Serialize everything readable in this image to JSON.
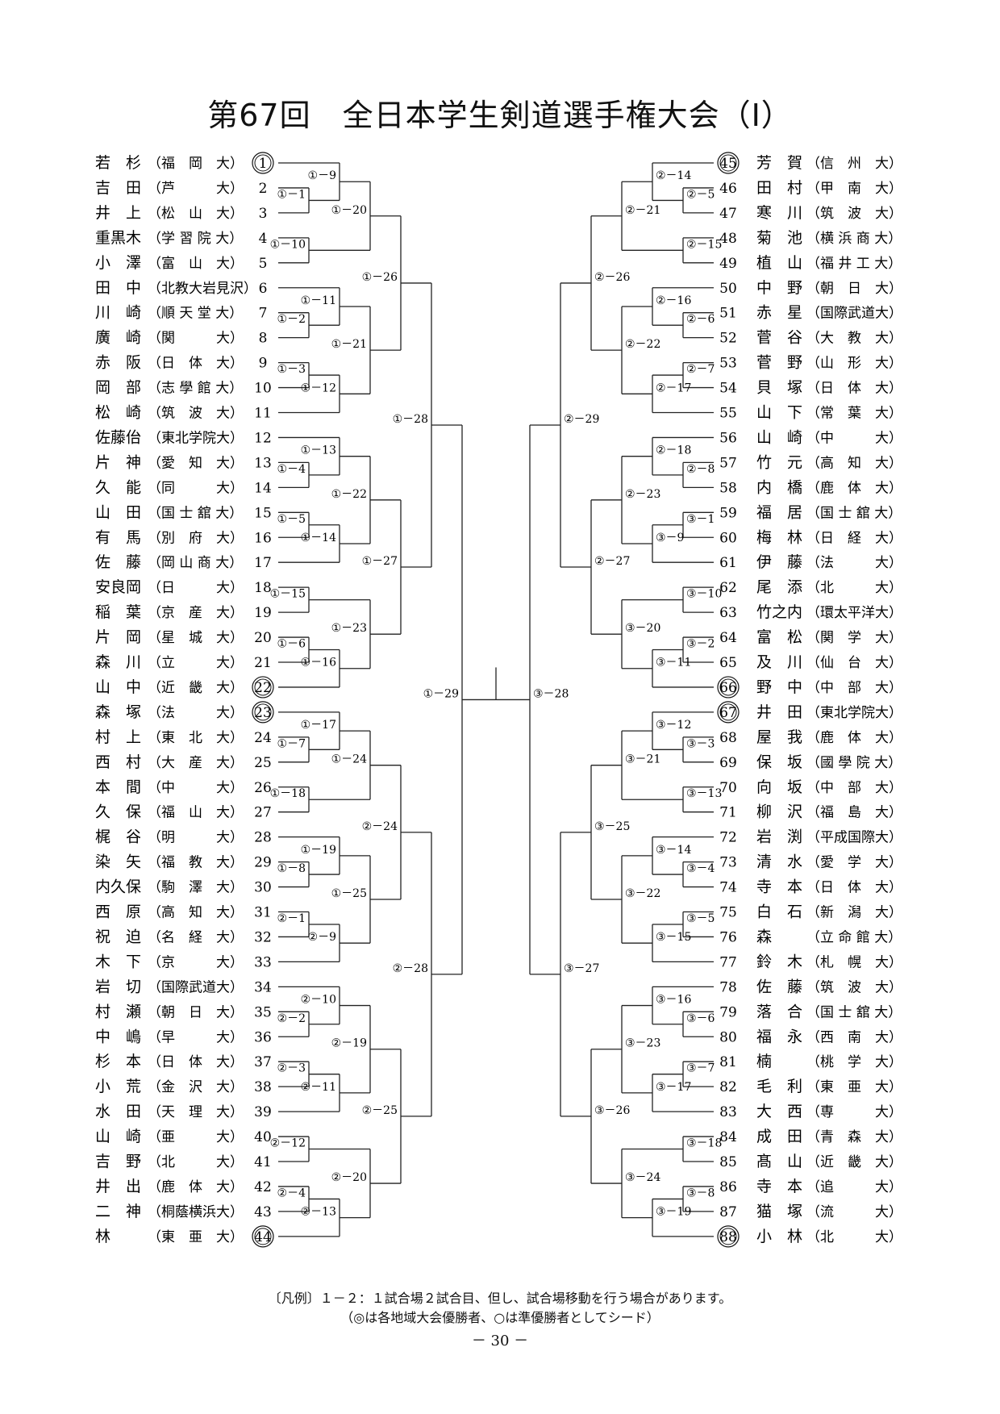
{
  "title": "第67回　全日本学生剣道選手権大会（Ⅰ）",
  "legend": {
    "line1": "〔凡例〕１－２：１試合場２試合目、但し、試合場移動を行う場合があります。",
    "line2": "（◎は各地域大会優勝者、○は準優勝者としてシード）"
  },
  "page_number": "－ 30 －",
  "left_players": [
    {
      "n": "1",
      "name": "若　杉",
      "school": "（福　岡　大）",
      "seed": true
    },
    {
      "n": "2",
      "name": "吉　田",
      "school": "（芦　　　大）"
    },
    {
      "n": "3",
      "name": "井　上",
      "school": "（松　山　大）"
    },
    {
      "n": "4",
      "name": "重黒木",
      "school": "（学 習 院 大）"
    },
    {
      "n": "5",
      "name": "小　澤",
      "school": "（富　山　大）"
    },
    {
      "n": "6",
      "name": "田　中",
      "school": "（北教大岩見沢）"
    },
    {
      "n": "7",
      "name": "川　崎",
      "school": "（順 天 堂 大）"
    },
    {
      "n": "8",
      "name": "廣　崎",
      "school": "（関　　　大）"
    },
    {
      "n": "9",
      "name": "赤　阪",
      "school": "（日　体　大）"
    },
    {
      "n": "10",
      "name": "岡　部",
      "school": "（志 學 館 大）"
    },
    {
      "n": "11",
      "name": "松　崎",
      "school": "（筑　波　大）"
    },
    {
      "n": "12",
      "name": "佐藤佁",
      "school": "（東北学院大）"
    },
    {
      "n": "13",
      "name": "片　神",
      "school": "（愛　知　大）"
    },
    {
      "n": "14",
      "name": "久　能",
      "school": "（同　　　大）"
    },
    {
      "n": "15",
      "name": "山　田",
      "school": "（国 士 舘 大）"
    },
    {
      "n": "16",
      "name": "有　馬",
      "school": "（別　府　大）"
    },
    {
      "n": "17",
      "name": "佐　藤",
      "school": "（岡 山 商 大）"
    },
    {
      "n": "18",
      "name": "安良岡",
      "school": "（日　　　大）"
    },
    {
      "n": "19",
      "name": "稲　葉",
      "school": "（京　産　大）"
    },
    {
      "n": "20",
      "name": "片　岡",
      "school": "（星　城　大）"
    },
    {
      "n": "21",
      "name": "森　川",
      "school": "（立　　　大）"
    },
    {
      "n": "22",
      "name": "山　中",
      "school": "（近　畿　大）",
      "seed": true
    },
    {
      "n": "23",
      "name": "森　塚",
      "school": "（法　　　大）",
      "seed": true
    },
    {
      "n": "24",
      "name": "村　上",
      "school": "（東　北　大）"
    },
    {
      "n": "25",
      "name": "西　村",
      "school": "（大　産　大）"
    },
    {
      "n": "26",
      "name": "本　間",
      "school": "（中　　　大）"
    },
    {
      "n": "27",
      "name": "久　保",
      "school": "（福　山　大）"
    },
    {
      "n": "28",
      "name": "梶　谷",
      "school": "（明　　　大）"
    },
    {
      "n": "29",
      "name": "染　矢",
      "school": "（福　教　大）"
    },
    {
      "n": "30",
      "name": "内久保",
      "school": "（駒　澤　大）"
    },
    {
      "n": "31",
      "name": "西　原",
      "school": "（高　知　大）"
    },
    {
      "n": "32",
      "name": "祝　迫",
      "school": "（名　経　大）"
    },
    {
      "n": "33",
      "name": "木　下",
      "school": "（京　　　大）"
    },
    {
      "n": "34",
      "name": "岩　切",
      "school": "（国際武道大）"
    },
    {
      "n": "35",
      "name": "村　瀬",
      "school": "（朝　日　大）"
    },
    {
      "n": "36",
      "name": "中　嶋",
      "school": "（早　　　大）"
    },
    {
      "n": "37",
      "name": "杉　本",
      "school": "（日　体　大）"
    },
    {
      "n": "38",
      "name": "小　荒",
      "school": "（金　沢　大）"
    },
    {
      "n": "39",
      "name": "水　田",
      "school": "（天　理　大）"
    },
    {
      "n": "40",
      "name": "山　崎",
      "school": "（亜　　　大）"
    },
    {
      "n": "41",
      "name": "吉　野",
      "school": "（北　　　大）"
    },
    {
      "n": "42",
      "name": "井　出",
      "school": "（鹿　体　大）"
    },
    {
      "n": "43",
      "name": "二　神",
      "school": "（桐蔭横浜大）"
    },
    {
      "n": "44",
      "name": "林",
      "school": "（東　亜　大）",
      "seed": true
    }
  ],
  "right_players": [
    {
      "n": "45",
      "name": "芳　賀",
      "school": "（信　州　大）",
      "seed": true
    },
    {
      "n": "46",
      "name": "田　村",
      "school": "（甲　南　大）"
    },
    {
      "n": "47",
      "name": "寒　川",
      "school": "（筑　波　大）"
    },
    {
      "n": "48",
      "name": "菊　池",
      "school": "（横 浜 商 大）"
    },
    {
      "n": "49",
      "name": "植　山",
      "school": "（福 井 工 大）"
    },
    {
      "n": "50",
      "name": "中　野",
      "school": "（朝　日　大）"
    },
    {
      "n": "51",
      "name": "赤　星",
      "school": "（国際武道大）"
    },
    {
      "n": "52",
      "name": "菅　谷",
      "school": "（大　教　大）"
    },
    {
      "n": "53",
      "name": "菅　野",
      "school": "（山　形　大）"
    },
    {
      "n": "54",
      "name": "貝　塚",
      "school": "（日　体　大）"
    },
    {
      "n": "55",
      "name": "山　下",
      "school": "（常　葉　大）"
    },
    {
      "n": "56",
      "name": "山　崎",
      "school": "（中　　　大）"
    },
    {
      "n": "57",
      "name": "竹　元",
      "school": "（高　知　大）"
    },
    {
      "n": "58",
      "name": "内　橋",
      "school": "（鹿　体　大）"
    },
    {
      "n": "59",
      "name": "福　居",
      "school": "（国 士 舘 大）"
    },
    {
      "n": "60",
      "name": "梅　林",
      "school": "（日　経　大）"
    },
    {
      "n": "61",
      "name": "伊　藤",
      "school": "（法　　　大）"
    },
    {
      "n": "62",
      "name": "尾　添",
      "school": "（北　　　大）"
    },
    {
      "n": "63",
      "name": "竹之内",
      "school": "（環太平洋大）"
    },
    {
      "n": "64",
      "name": "富　松",
      "school": "（関　学　大）"
    },
    {
      "n": "65",
      "name": "及　川",
      "school": "（仙　台　大）"
    },
    {
      "n": "66",
      "name": "野　中",
      "school": "（中　部　大）",
      "seed": true
    },
    {
      "n": "67",
      "name": "井　田",
      "school": "（東北学院大）",
      "seed": true
    },
    {
      "n": "68",
      "name": "屋　我",
      "school": "（鹿　体　大）"
    },
    {
      "n": "69",
      "name": "保　坂",
      "school": "（國 學 院 大）"
    },
    {
      "n": "70",
      "name": "向　坂",
      "school": "（中　部　大）"
    },
    {
      "n": "71",
      "name": "柳　沢",
      "school": "（福　島　大）"
    },
    {
      "n": "72",
      "name": "岩　渕",
      "school": "（平成国際大）"
    },
    {
      "n": "73",
      "name": "清　水",
      "school": "（愛　学　大）"
    },
    {
      "n": "74",
      "name": "寺　本",
      "school": "（日　体　大）"
    },
    {
      "n": "75",
      "name": "白　石",
      "school": "（新　潟　大）"
    },
    {
      "n": "76",
      "name": "森",
      "school": "（立 命 館 大）"
    },
    {
      "n": "77",
      "name": "鈴　木",
      "school": "（札　幌　大）"
    },
    {
      "n": "78",
      "name": "佐　藤",
      "school": "（筑　波　大）"
    },
    {
      "n": "79",
      "name": "落　合",
      "school": "（国 士 舘 大）"
    },
    {
      "n": "80",
      "name": "福　永",
      "school": "（西　南　大）"
    },
    {
      "n": "81",
      "name": "楠",
      "school": "（桃　学　大）"
    },
    {
      "n": "82",
      "name": "毛　利",
      "school": "（東　亜　大）"
    },
    {
      "n": "83",
      "name": "大　西",
      "school": "（専　　　大）"
    },
    {
      "n": "84",
      "name": "成　田",
      "school": "（青　森　大）"
    },
    {
      "n": "85",
      "name": "髙　山",
      "school": "（近　畿　大）"
    },
    {
      "n": "86",
      "name": "寺　本",
      "school": "（追　　　大）"
    },
    {
      "n": "87",
      "name": "猫　塚",
      "school": "（流　　　大）"
    },
    {
      "n": "88",
      "name": "小　林",
      "school": "（北　　　大）",
      "seed": true
    }
  ],
  "left_matches": [
    {
      "m": "①－1",
      "a": 1,
      "b": 2,
      "type": "p"
    },
    {
      "m": "①－9",
      "a": 0,
      "b": "①－1",
      "type": "pm"
    },
    {
      "m": "①－10",
      "a": 3,
      "b": 4,
      "type": "p"
    },
    {
      "m": "①－20",
      "a": "①－9",
      "b": "①－10",
      "type": "mm"
    },
    {
      "m": "①－2",
      "a": 6,
      "b": 7,
      "type": "p"
    },
    {
      "m": "①－11",
      "a": 5,
      "b": "①－2",
      "type": "pm"
    },
    {
      "m": "①－3",
      "a": 8,
      "b": 9,
      "type": "p"
    },
    {
      "m": "①－12",
      "a": "①－3",
      "b": 10,
      "type": "mp"
    },
    {
      "m": "①－21",
      "a": "①－11",
      "b": "①－12",
      "type": "mm"
    },
    {
      "m": "①－26",
      "a": "①－20",
      "b": "①－21",
      "type": "mm"
    },
    {
      "m": "①－4",
      "a": 12,
      "b": 13,
      "type": "p"
    },
    {
      "m": "①－13",
      "a": 11,
      "b": "①－4",
      "type": "pm"
    },
    {
      "m": "①－5",
      "a": 14,
      "b": 15,
      "type": "p"
    },
    {
      "m": "①－14",
      "a": "①－5",
      "b": 16,
      "type": "mp"
    },
    {
      "m": "①－22",
      "a": "①－13",
      "b": "①－14",
      "type": "mm"
    },
    {
      "m": "①－15",
      "a": 17,
      "b": 18,
      "type": "p"
    },
    {
      "m": "①－6",
      "a": 19,
      "b": 20,
      "type": "p"
    },
    {
      "m": "①－16",
      "a": "①－6",
      "b": 21,
      "type": "mp"
    },
    {
      "m": "①－23",
      "a": "①－15",
      "b": "①－16",
      "type": "mm"
    },
    {
      "m": "①－27",
      "a": "①－22",
      "b": "①－23",
      "type": "mm"
    },
    {
      "m": "①－28",
      "a": "①－26",
      "b": "①－27",
      "type": "mm"
    },
    {
      "m": "①－7",
      "a": 23,
      "b": 24,
      "type": "p"
    },
    {
      "m": "①－17",
      "a": 22,
      "b": "①－7",
      "type": "pm"
    },
    {
      "m": "①－18",
      "a": 25,
      "b": 26,
      "type": "p"
    },
    {
      "m": "①－24",
      "a": "①－17",
      "b": "①－18",
      "type": "mm"
    },
    {
      "m": "①－8",
      "a": 28,
      "b": 29,
      "type": "p"
    },
    {
      "m": "①－19",
      "a": 27,
      "b": "①－8",
      "type": "pm"
    },
    {
      "m": "②－1",
      "a": 30,
      "b": 31,
      "type": "p"
    },
    {
      "m": "②－9",
      "a": "②－1",
      "b": 32,
      "type": "mp"
    },
    {
      "m": "①－25",
      "a": "①－19",
      "b": "②－9",
      "type": "mm"
    },
    {
      "m": "②－24",
      "a": "①－24",
      "b": "①－25",
      "type": "mm"
    },
    {
      "m": "②－2",
      "a": 34,
      "b": 35,
      "type": "p"
    },
    {
      "m": "②－10",
      "a": 33,
      "b": "②－2",
      "type": "pm"
    },
    {
      "m": "②－3",
      "a": 36,
      "b": 37,
      "type": "p"
    },
    {
      "m": "②－11",
      "a": "②－3",
      "b": 38,
      "type": "mp"
    },
    {
      "m": "②－19",
      "a": "②－10",
      "b": "②－11",
      "type": "mm"
    },
    {
      "m": "②－12",
      "a": 39,
      "b": 40,
      "type": "p"
    },
    {
      "m": "②－4",
      "a": 41,
      "b": 42,
      "type": "p"
    },
    {
      "m": "②－13",
      "a": "②－4",
      "b": 43,
      "type": "mp"
    },
    {
      "m": "②－20",
      "a": "②－12",
      "b": "②－13",
      "type": "mm"
    },
    {
      "m": "②－25",
      "a": "②－19",
      "b": "②－20",
      "type": "mm"
    },
    {
      "m": "②－28",
      "a": "②－24",
      "b": "②－25",
      "type": "mm"
    },
    {
      "m": "①－29",
      "a": "①－28",
      "b": "②－28",
      "type": "mm"
    }
  ],
  "right_matches": [
    {
      "m": "②－5",
      "a": 1,
      "b": 2,
      "type": "p"
    },
    {
      "m": "②－14",
      "a": 0,
      "b": "②－5",
      "type": "pm"
    },
    {
      "m": "②－15",
      "a": 3,
      "b": 4,
      "type": "p"
    },
    {
      "m": "②－21",
      "a": "②－14",
      "b": "②－15",
      "type": "mm"
    },
    {
      "m": "②－6",
      "a": 6,
      "b": 7,
      "type": "p"
    },
    {
      "m": "②－16",
      "a": 5,
      "b": "②－6",
      "type": "pm"
    },
    {
      "m": "②－7",
      "a": 8,
      "b": 9,
      "type": "p"
    },
    {
      "m": "②－17",
      "a": "②－7",
      "b": 10,
      "type": "mp"
    },
    {
      "m": "②－22",
      "a": "②－16",
      "b": "②－17",
      "type": "mm"
    },
    {
      "m": "②－26",
      "a": "②－21",
      "b": "②－22",
      "type": "mm"
    },
    {
      "m": "②－8",
      "a": 12,
      "b": 13,
      "type": "p"
    },
    {
      "m": "②－18",
      "a": 11,
      "b": "②－8",
      "type": "pm"
    },
    {
      "m": "③－1",
      "a": 14,
      "b": 15,
      "type": "p"
    },
    {
      "m": "③－9",
      "a": "③－1",
      "b": 16,
      "type": "mp"
    },
    {
      "m": "②－23",
      "a": "②－18",
      "b": "③－9",
      "type": "mm"
    },
    {
      "m": "③－10",
      "a": 17,
      "b": 18,
      "type": "p"
    },
    {
      "m": "③－2",
      "a": 19,
      "b": 20,
      "type": "p"
    },
    {
      "m": "③－11",
      "a": "③－2",
      "b": 21,
      "type": "mp"
    },
    {
      "m": "③－20",
      "a": "③－10",
      "b": "③－11",
      "type": "mm"
    },
    {
      "m": "②－27",
      "a": "②－23",
      "b": "③－20",
      "type": "mm"
    },
    {
      "m": "②－29",
      "a": "②－26",
      "b": "②－27",
      "type": "mm"
    },
    {
      "m": "③－3",
      "a": 23,
      "b": 24,
      "type": "p"
    },
    {
      "m": "③－12",
      "a": 22,
      "b": "③－3",
      "type": "pm"
    },
    {
      "m": "③－13",
      "a": 25,
      "b": 26,
      "type": "p"
    },
    {
      "m": "③－21",
      "a": "③－12",
      "b": "③－13",
      "type": "mm"
    },
    {
      "m": "③－4",
      "a": 28,
      "b": 29,
      "type": "p"
    },
    {
      "m": "③－14",
      "a": 27,
      "b": "③－4",
      "type": "pm"
    },
    {
      "m": "③－5",
      "a": 30,
      "b": 31,
      "type": "p"
    },
    {
      "m": "③－15",
      "a": "③－5",
      "b": 32,
      "type": "mp"
    },
    {
      "m": "③－22",
      "a": "③－14",
      "b": "③－15",
      "type": "mm"
    },
    {
      "m": "③－25",
      "a": "③－21",
      "b": "③－22",
      "type": "mm"
    },
    {
      "m": "③－6",
      "a": 34,
      "b": 35,
      "type": "p"
    },
    {
      "m": "③－16",
      "a": 33,
      "b": "③－6",
      "type": "pm"
    },
    {
      "m": "③－7",
      "a": 36,
      "b": 37,
      "type": "p"
    },
    {
      "m": "③－17",
      "a": "③－7",
      "b": 38,
      "type": "mp"
    },
    {
      "m": "③－23",
      "a": "③－16",
      "b": "③－17",
      "type": "mm"
    },
    {
      "m": "③－18",
      "a": 39,
      "b": 40,
      "type": "p"
    },
    {
      "m": "③－8",
      "a": 41,
      "b": 42,
      "type": "p"
    },
    {
      "m": "③－19",
      "a": "③－8",
      "b": 43,
      "type": "mp"
    },
    {
      "m": "③－24",
      "a": "③－18",
      "b": "③－19",
      "type": "mm"
    },
    {
      "m": "③－26",
      "a": "③－23",
      "b": "③－24",
      "type": "mm"
    },
    {
      "m": "③－27",
      "a": "③－25",
      "b": "③－26",
      "type": "mm"
    },
    {
      "m": "③－28",
      "a": "②－29",
      "b": "③－27",
      "type": "mm"
    }
  ]
}
